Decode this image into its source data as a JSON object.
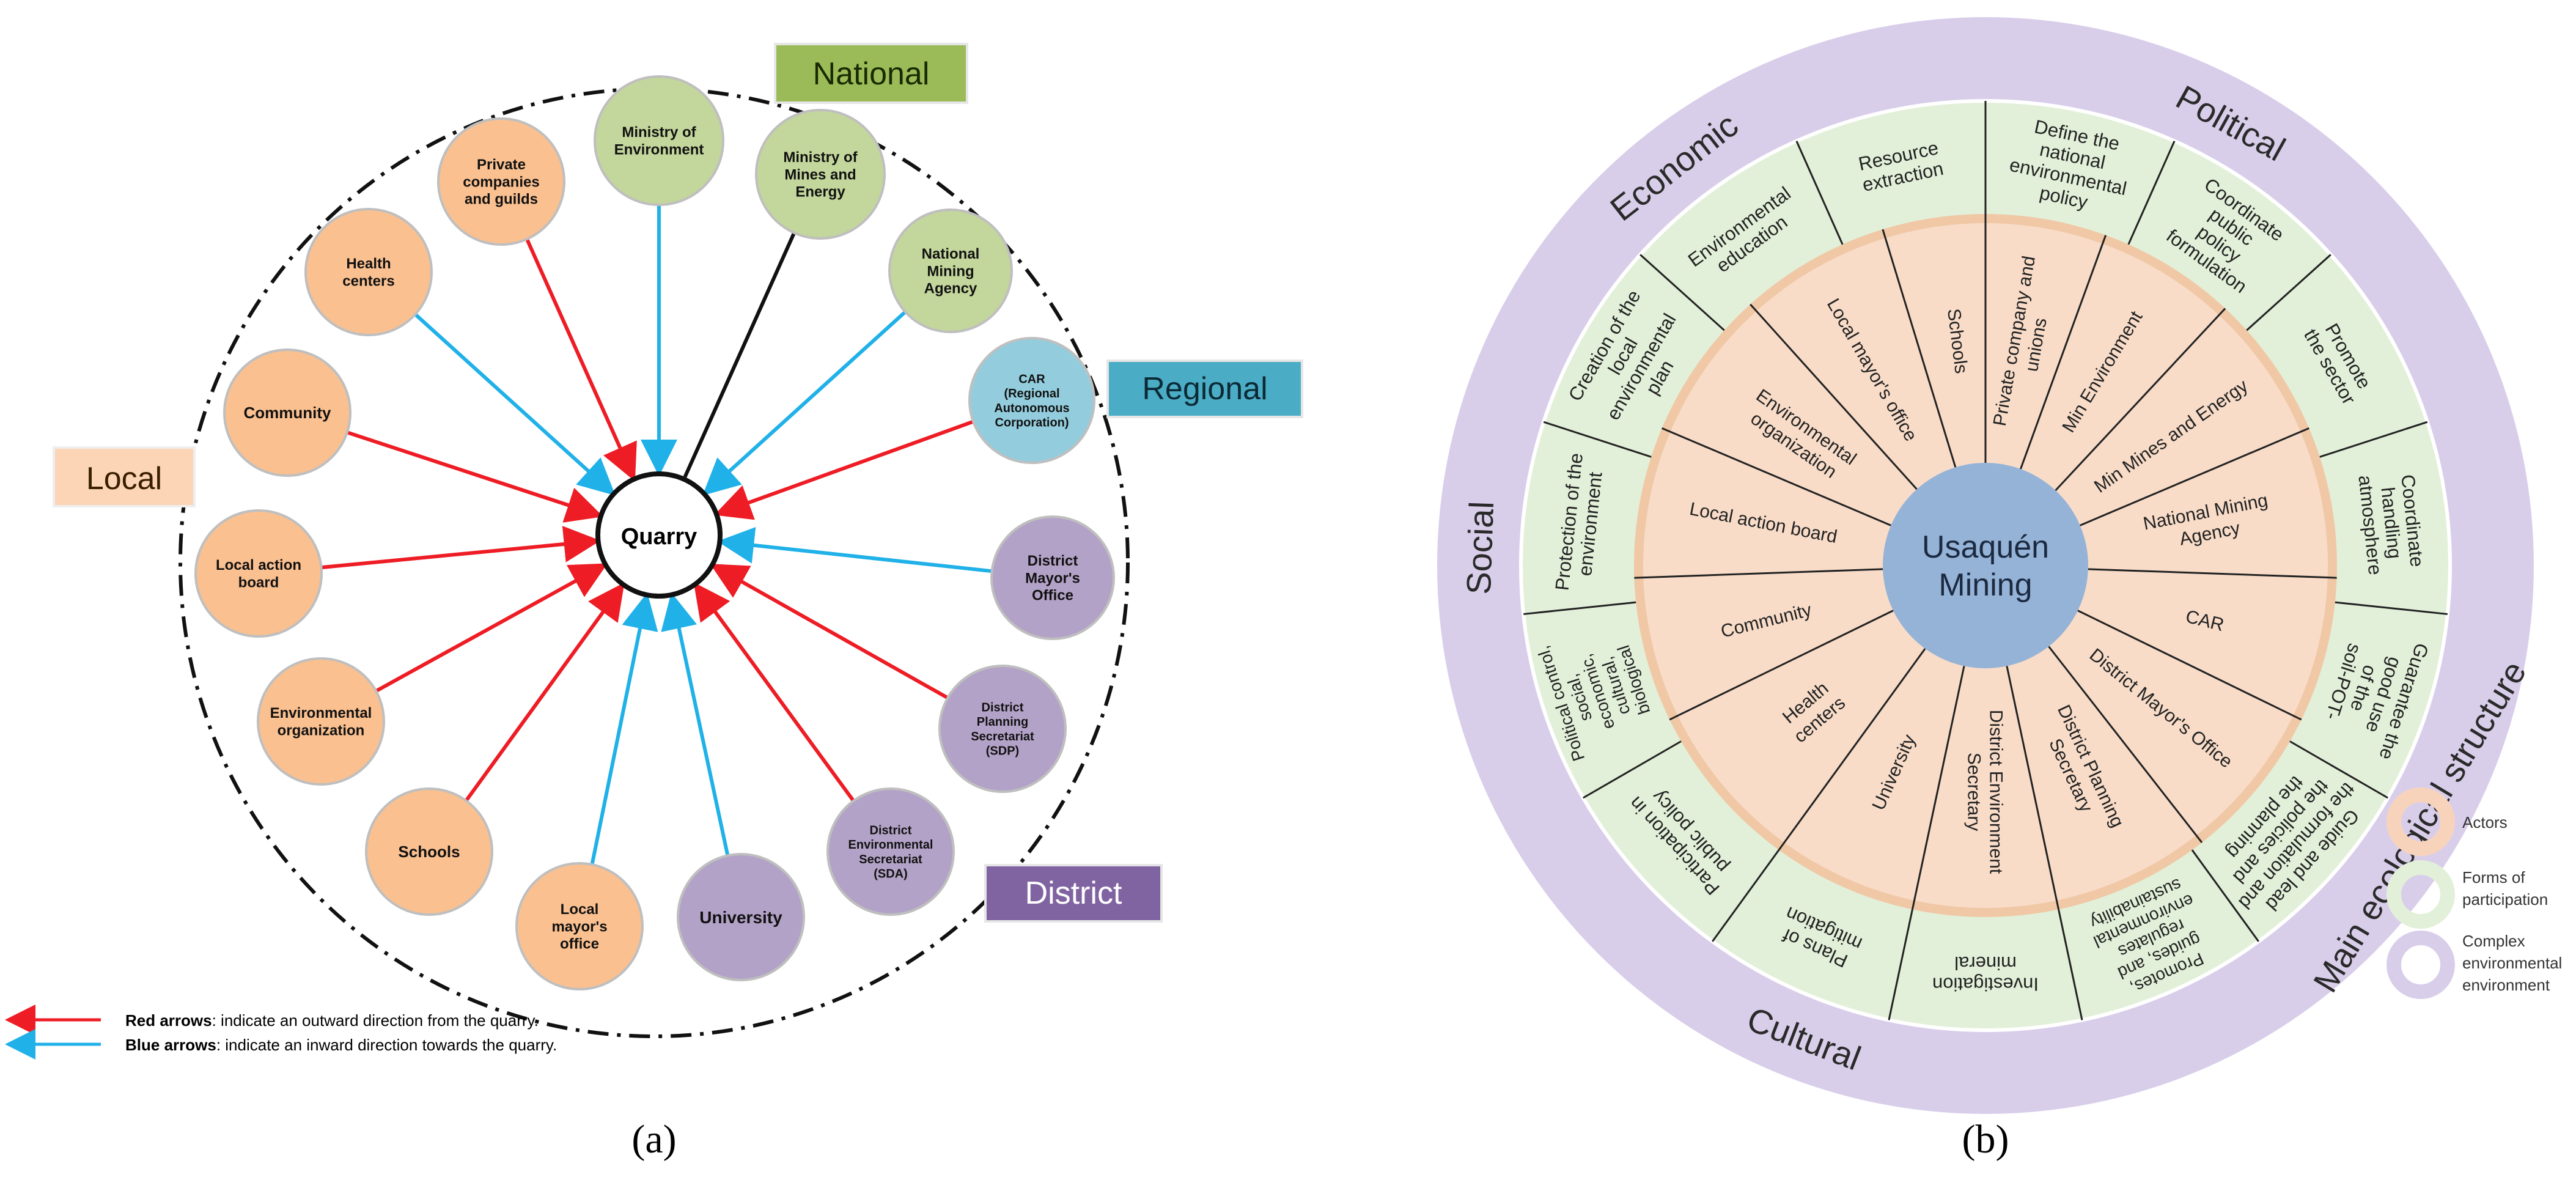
{
  "panel_a": {
    "caption": "(a)",
    "center_label": "Quarry",
    "groups": [
      {
        "id": "national",
        "label": "National",
        "color": "#9bbb59",
        "text_color": "#1a2a00"
      },
      {
        "id": "regional",
        "label": "Regional",
        "color": "#4bacc6",
        "text_color": "#0b2a35"
      },
      {
        "id": "local",
        "label": "Local",
        "color": "#fbd5b5",
        "text_color": "#3a1e00"
      },
      {
        "id": "district",
        "label": "District",
        "color": "#8064a2",
        "text_color": "#ffffff"
      }
    ],
    "nodes": [
      {
        "id": "ministry-env",
        "lines": [
          "Ministry of",
          "Environment"
        ],
        "fill": "#c3d69b",
        "arrow": "blue"
      },
      {
        "id": "ministry-mines",
        "lines": [
          "Ministry of",
          "Mines and",
          "Energy"
        ],
        "fill": "#c3d69b",
        "arrow": "black"
      },
      {
        "id": "national-mining",
        "lines": [
          "National",
          "Mining",
          "Agency"
        ],
        "fill": "#c3d69b",
        "arrow": "blue"
      },
      {
        "id": "car",
        "lines": [
          "CAR",
          "(Regional",
          "Autonomous",
          "Corporation)"
        ],
        "fill": "#93cddd",
        "arrow": "red"
      },
      {
        "id": "district-mayor",
        "lines": [
          "District",
          "Mayor's",
          "Office"
        ],
        "fill": "#b3a2c7",
        "arrow": "blue"
      },
      {
        "id": "sdp",
        "lines": [
          "District",
          "Planning",
          "Secretariat",
          "(SDP)"
        ],
        "fill": "#b3a2c7",
        "arrow": "red"
      },
      {
        "id": "sda",
        "lines": [
          "District",
          "Environmental",
          "Secretariat",
          "(SDA)"
        ],
        "fill": "#b3a2c7",
        "arrow": "red"
      },
      {
        "id": "university",
        "lines": [
          "University"
        ],
        "fill": "#b3a2c7",
        "arrow": "blue"
      },
      {
        "id": "local-mayor",
        "lines": [
          "Local",
          "mayor's",
          "office"
        ],
        "fill": "#fac090",
        "arrow": "blue"
      },
      {
        "id": "schools",
        "lines": [
          "Schools"
        ],
        "fill": "#fac090",
        "arrow": "red"
      },
      {
        "id": "env-org",
        "lines": [
          "Environmental",
          "organization"
        ],
        "fill": "#fac090",
        "arrow": "red"
      },
      {
        "id": "local-action",
        "lines": [
          "Local action",
          "board"
        ],
        "fill": "#fac090",
        "arrow": "red"
      },
      {
        "id": "community",
        "lines": [
          "Community"
        ],
        "fill": "#fac090",
        "arrow": "red"
      },
      {
        "id": "health",
        "lines": [
          "Health",
          "centers"
        ],
        "fill": "#fac090",
        "arrow": "blue"
      },
      {
        "id": "private",
        "lines": [
          "Private",
          "companies",
          "and guilds"
        ],
        "fill": "#fac090",
        "arrow": "red"
      }
    ],
    "legend": [
      {
        "color": "red",
        "bold": "Red arrows",
        "text": ": indicate an outward direction from the quarry."
      },
      {
        "color": "blue",
        "bold": "Blue arrows",
        "text": ": indicate an inward direction towards the quarry."
      }
    ],
    "colors": {
      "red": "#ee1c24",
      "blue": "#1fb1e8",
      "black": "#111111"
    }
  },
  "panel_b": {
    "caption": "(b)",
    "center_lines": [
      "Usaquén",
      "Mining"
    ],
    "outer_labels": [
      "Economic",
      "Political",
      "Social",
      "Cultural",
      "Main ecological structure"
    ],
    "actors": [
      [
        "Private company and",
        "unions"
      ],
      [
        "Min Environment"
      ],
      [
        "Min Mines and Energy"
      ],
      [
        "National Mining",
        "Agency"
      ],
      [
        "CAR"
      ],
      [
        "District Mayor's Office"
      ],
      [
        "District Planning",
        "Secretary"
      ],
      [
        "District Environment",
        "Secretary"
      ],
      [
        "University"
      ],
      [
        "Health",
        "centers"
      ],
      [
        "Community"
      ],
      [
        "Local action board"
      ],
      [
        "Environmental",
        "organization"
      ],
      [
        "Local mayor's office"
      ],
      [
        "Schools"
      ]
    ],
    "participation": [
      [
        "Define the",
        "national",
        "environmental",
        "policy"
      ],
      [
        "Coordinate",
        "public",
        "policy",
        "formulation"
      ],
      [
        "Promote",
        "the sector"
      ],
      [
        "Coordinate",
        "handling",
        "atmosphere"
      ],
      [
        "Guarantee the",
        "good use",
        "of the",
        "soil-POT-"
      ],
      [
        "Guide and lead",
        "the formulation and",
        "the policies and",
        "the planning"
      ],
      [
        "Promotes,",
        "guides, and",
        "regulates",
        "environmental",
        "sustainability"
      ],
      [
        "Investigation",
        "mineral"
      ],
      [
        "Plans of",
        "mitigation"
      ],
      [
        "Participation in",
        "public policy"
      ],
      [
        "Political control,",
        "social,",
        "economic,",
        "cultural,",
        "biological"
      ],
      [
        "Protection of the",
        "environment"
      ],
      [
        "Creation of the",
        "local",
        "environmental",
        "plan"
      ],
      [
        "Environmental",
        "education"
      ],
      [
        "Resource",
        "extraction"
      ]
    ],
    "legend": [
      {
        "label": "Actors",
        "color": "#f8d3bb"
      },
      {
        "label": "Forms of participation",
        "color": "#e2f0d9"
      },
      {
        "label": "Complex environmental environment",
        "color": "#d9ceea"
      }
    ],
    "colors": {
      "center": "#95b3d7",
      "actors": "#f8dcc8",
      "actors_edge": "#f0c8a6",
      "participation": "#e2f0d9",
      "outer": "#d9ceea"
    }
  }
}
